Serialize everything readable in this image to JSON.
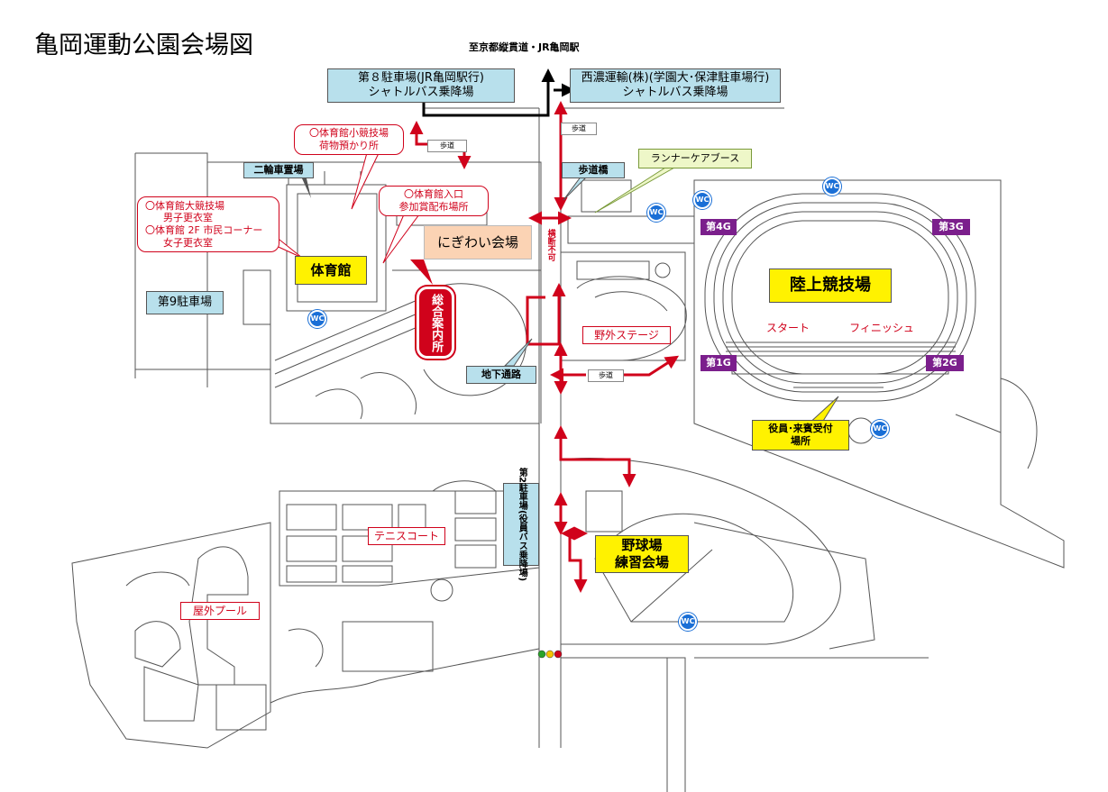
{
  "title": "亀岡運動公園会場図",
  "destination": "至京都縦貫道・JR亀岡駅",
  "parking8": {
    "line1": "第８駐車場(JR亀岡駅行)",
    "line2": "シャトルバス乗降場"
  },
  "seino": {
    "line1": "西濃運輸(株)(学園大･保津駐車場行)",
    "line2": "シャトルバス乗降場"
  },
  "walkway": "歩道",
  "pedestrian_bridge": "歩道橋",
  "runner_care": "ランナーケアブース",
  "two_wheel": "二輪車置場",
  "small_arena": {
    "line1": "〇体育館小競技場",
    "line2": "荷物預かり所"
  },
  "big_arena": {
    "line1": "〇体育館大競技場",
    "line2": "男子更衣室",
    "line3": "〇体育館 2F 市民コーナー",
    "line4": "女子更衣室"
  },
  "gym_entrance": {
    "line1": "〇体育館入口",
    "line2": "参加賞配布場所"
  },
  "nigiwai": "にぎわい会場",
  "gym": "体育館",
  "parking9": "第9駐車場",
  "info_center": "総合案内所",
  "no_crossing": "横断不可",
  "underpass": "地下通路",
  "outdoor_stage": "野外ステージ",
  "stadium": "陸上競技場",
  "start": "スタート",
  "finish": "フィニッシュ",
  "gates": {
    "g1": "第1G",
    "g2": "第2G",
    "g3": "第3G",
    "g4": "第4G"
  },
  "officials": {
    "line1": "役員･来賓受付",
    "line2": "場所"
  },
  "wc": "WC",
  "parking2": "第2駐車場(役員バス乗降場)",
  "tennis": "テニスコート",
  "baseball": {
    "line1": "野球場",
    "line2": "練習会場"
  },
  "pool": "屋外プール",
  "colors": {
    "route_red": "#d0021b",
    "label_blue": "#b8e0ec",
    "highlight_yellow": "#fff200",
    "gate_purple": "#7b1f8c",
    "wc_blue": "#1a6fd6"
  },
  "icons": [
    "wc-icon",
    "traffic-signal-icon",
    "route-arrow-icon"
  ]
}
